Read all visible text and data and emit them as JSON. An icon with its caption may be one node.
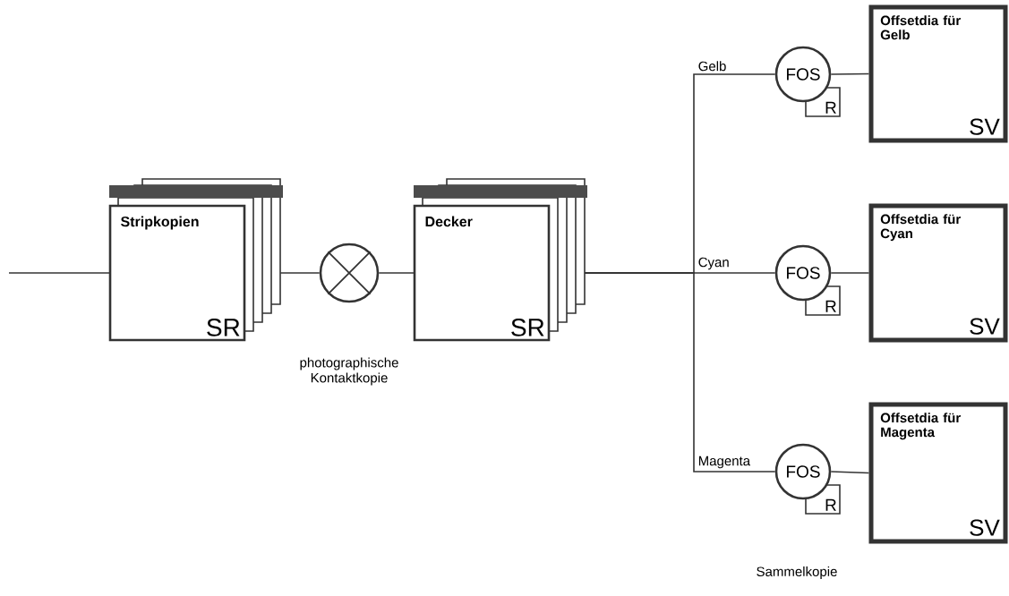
{
  "diagram": {
    "nodes": [
      {
        "text": [
          "Stripkopien",
          "SR"
        ]
      },
      {
        "text": [],
        "shape": "circle"
      },
      {
        "text": [
          "Decker",
          "SR"
        ]
      },
      {
        "text": [
          "FOS"
        ]
      },
      {
        "text": [
          "R"
        ]
      },
      {
        "text": [
          "Offsetdia für Gelb",
          "SV"
        ]
      },
      {
        "text": [
          "FOS"
        ]
      },
      {
        "text": [
          "R"
        ]
      },
      {
        "text": [
          "Offsetdia für Cyan",
          "SV"
        ]
      },
      {
        "text": [
          "FOS"
        ]
      },
      {
        "text": [
          "R"
        ]
      },
      {
        "text": [
          "Offsetdia für Magenta",
          "SV"
        ]
      }
    ],
    "edges": [
      {
        "from": null,
        "to": 0,
        "arrow": "none"
      },
      {
        "from": 0,
        "to": 1,
        "arrow": "none"
      },
      {
        "from": 1,
        "to": 2,
        "arrow": "none"
      },
      {
        "from": 2,
        "to": 3,
        "arrow": "none",
        "label": "Gelb"
      },
      {
        "from": 2,
        "to": 6,
        "arrow": "none",
        "label": "Cyan"
      },
      {
        "from": 2,
        "to": 9,
        "arrow": "none",
        "label": "Magenta"
      },
      {
        "from": 3,
        "to": 5,
        "arrow": "none"
      },
      {
        "from": 6,
        "to": 8,
        "arrow": "none"
      },
      {
        "from": 9,
        "to": 11,
        "arrow": "none"
      }
    ],
    "labels": [
      "photographische Kontaktkopie",
      "Sammelkopie"
    ]
  }
}
